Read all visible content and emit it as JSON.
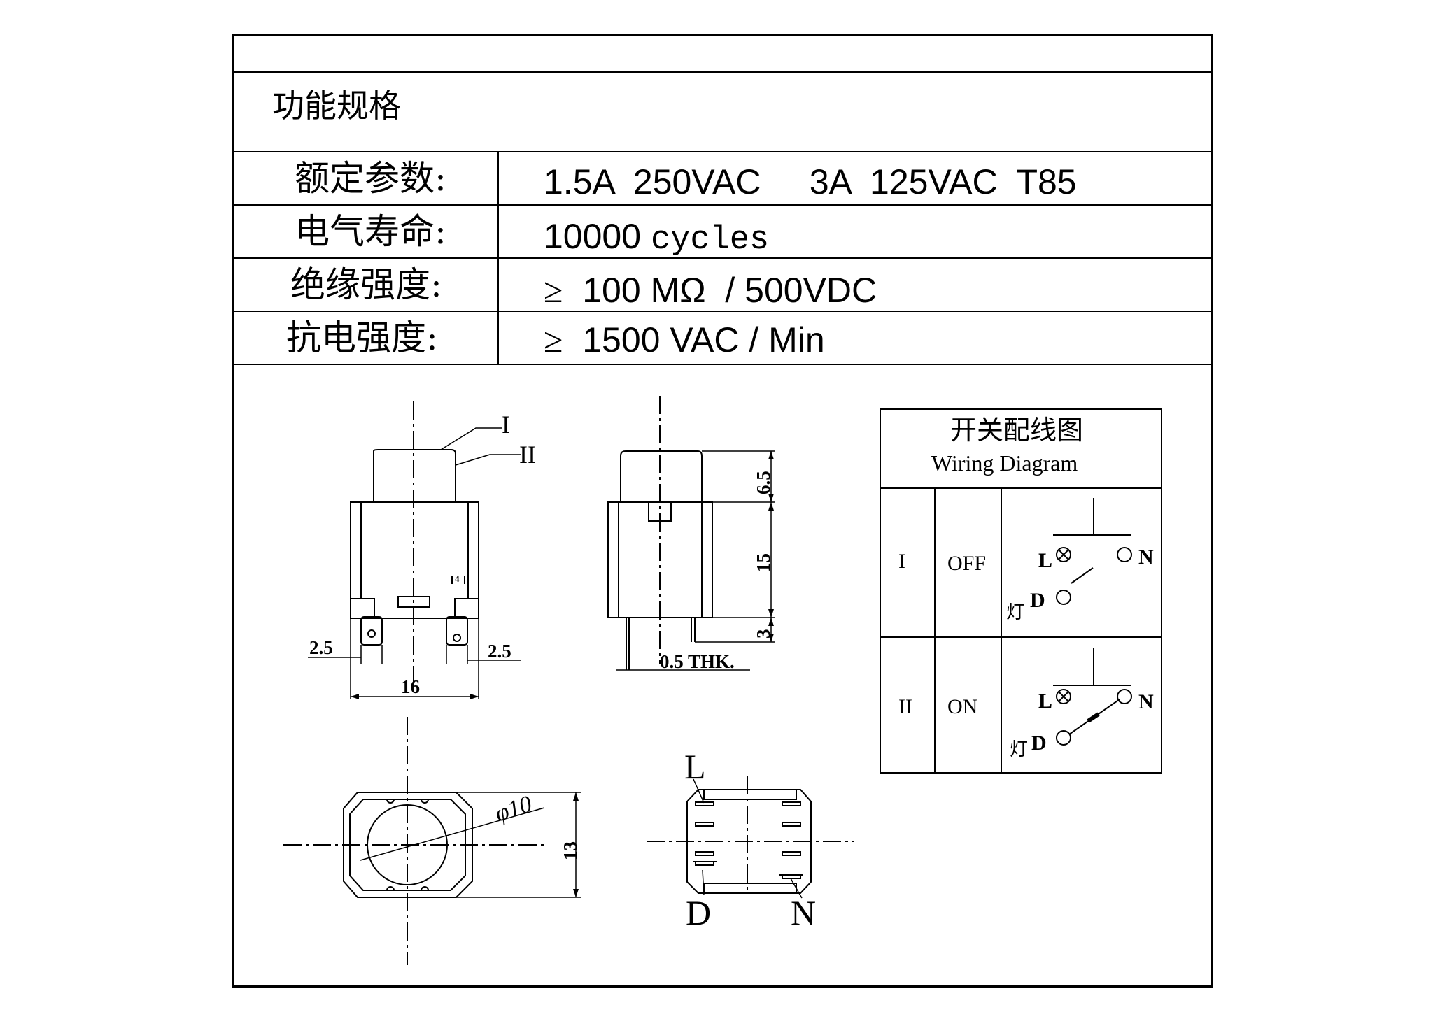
{
  "section_title": "功能规格",
  "specs": [
    {
      "label": "额定参数:",
      "value": "1.5A  250VAC     3A  125VAC  T85"
    },
    {
      "label": "电气寿命:",
      "value_num": "10000",
      "value_unit": "cycles"
    },
    {
      "label": "绝缘强度:",
      "value_sym": "≥",
      "value": "100 MΩ  / 500VDC"
    },
    {
      "label": "抗电强度:",
      "value_sym": "≥",
      "value": "1500 VAC / Min"
    }
  ],
  "front_view": {
    "lead_1": "I",
    "lead_2": "II",
    "dim_left": "2.5",
    "dim_right": "2.5",
    "dim_width": "16",
    "dim_small": "4"
  },
  "side_view": {
    "dim_top": "6.5",
    "dim_mid": "15",
    "dim_bottom": "3",
    "dim_thickness": "0.5 THK."
  },
  "top_view": {
    "dim_diameter": "φ10",
    "dim_height": "13"
  },
  "bottom_view": {
    "pin_L": "L",
    "pin_D": "D",
    "pin_N": "N"
  },
  "wiring": {
    "title_cn": "开关配线图",
    "title_en": "Wiring Diagram",
    "rows": [
      {
        "pos": "I",
        "state": "OFF"
      },
      {
        "pos": "II",
        "state": "ON"
      }
    ],
    "term_L": "L",
    "term_N": "N",
    "term_D": "D",
    "lamp": "灯"
  }
}
